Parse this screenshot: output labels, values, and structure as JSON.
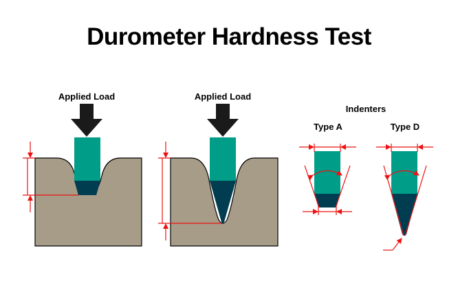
{
  "title": "Durometer Hardness Test",
  "labels": {
    "applied_load_left": "Applied Load",
    "applied_load_right": "Applied Load",
    "indenters": "Indenters",
    "type_a": "Type A",
    "type_d": "Type D"
  },
  "colors": {
    "material": "#a69c87",
    "indenter_body": "#009e88",
    "indenter_tip": "#003d51",
    "arrow": "#1a1a1a",
    "dimension": "#ee1111",
    "text": "#000000",
    "background": "#ffffff"
  }
}
